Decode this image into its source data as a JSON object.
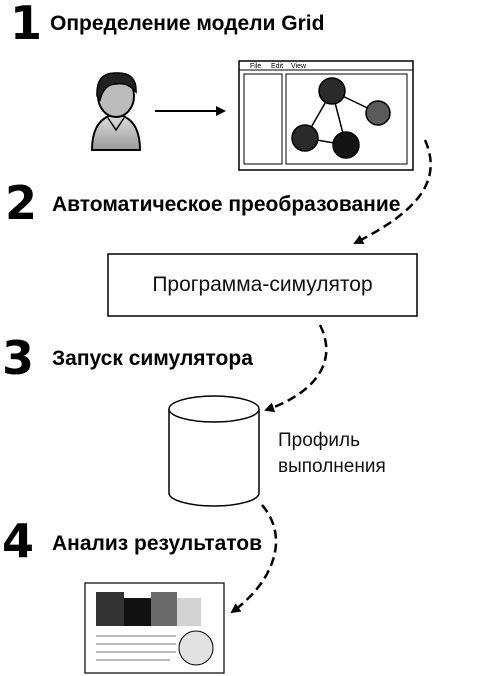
{
  "steps": [
    {
      "number": "1",
      "title": "Определение модели Grid"
    },
    {
      "number": "2",
      "title": "Автоматическое преобразование"
    },
    {
      "number": "3",
      "title": "Запуск симулятора"
    },
    {
      "number": "4",
      "title": "Анализ результатов"
    }
  ],
  "editor_window": {
    "menu": [
      "File",
      "Edit",
      "View"
    ]
  },
  "simulator_box": {
    "label": "Программа-симулятор"
  },
  "profile": {
    "line1": "Профиль",
    "line2": "выполнения"
  },
  "icons": {
    "user": "user-icon",
    "editor": "model-editor-window-icon",
    "database": "database-cylinder-icon",
    "report": "report-document-icon"
  }
}
